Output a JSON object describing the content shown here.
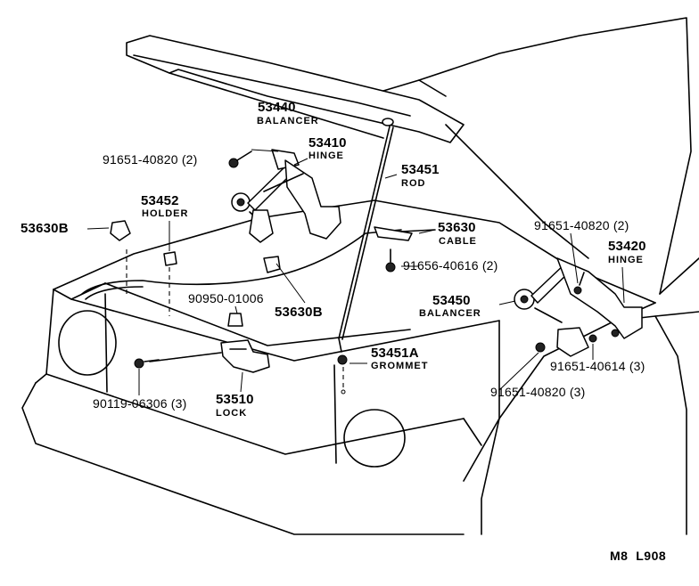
{
  "parts": {
    "p53440": {
      "number": "53440",
      "name": "BALANCER"
    },
    "p53410": {
      "number": "53410",
      "name": "HINGE"
    },
    "p53451": {
      "number": "53451",
      "name": "ROD"
    },
    "p53630": {
      "number": "53630",
      "name": "CABLE"
    },
    "p53452": {
      "number": "53452",
      "name": "HOLDER"
    },
    "p53420": {
      "number": "53420",
      "name": "HINGE"
    },
    "p53450": {
      "number": "53450",
      "name": "BALANCER"
    },
    "p53451A": {
      "number": "53451A",
      "name": "GROMMET"
    },
    "p53510": {
      "number": "53510",
      "name": "LOCK"
    },
    "p53630B_left": {
      "number": "53630B"
    },
    "p53630B_mid": {
      "number": "53630B"
    },
    "bolt_91651_40820_top": {
      "number": "91651-40820 (2)"
    },
    "bolt_91651_40820_right": {
      "number": "91651-40820 (2)"
    },
    "bolt_91651_40820_low": {
      "number": "91651-40820 (3)"
    },
    "bolt_91656_40616": {
      "number": "91656-40616 (2)"
    },
    "bolt_91651_40614": {
      "number": "91651-40614 (3)"
    },
    "clip_90950_01006": {
      "number": "90950-01006"
    },
    "screw_90119_06306": {
      "number": "90119-06306 (3)"
    }
  },
  "reference_code": "M8  L908"
}
